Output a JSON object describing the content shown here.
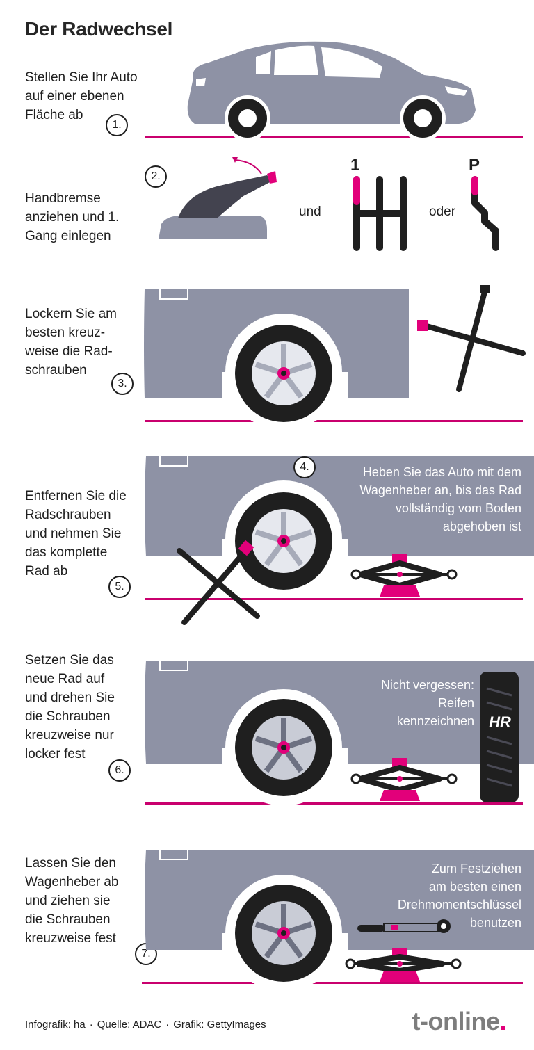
{
  "title": "Der Radwechsel",
  "steps": [
    {
      "number": "1.",
      "text": "Stellen Sie Ihr Auto\nauf einer ebenen\nFläche ab"
    },
    {
      "number": "2.",
      "text": "Handbremse\nanziehen und 1.\nGang einlegen"
    },
    {
      "number": "3.",
      "text": "Lockern Sie am\nbesten kreuz-\nweise die Rad-\nschrauben"
    },
    {
      "number": "4.",
      "text": "Heben Sie  das Auto mit dem\nWagenheber an, bis das Rad\nvollständig vom Boden\nabgehoben ist"
    },
    {
      "number": "5.",
      "text": "Entfernen Sie die\nRadschrauben\nund nehmen Sie\ndas komplette\nRad ab"
    },
    {
      "number": "6.",
      "text": "Setzen Sie das\nneue Rad auf\nund drehen Sie\ndie Schrauben\nkreuzweise nur\nlocker fest"
    },
    {
      "number": "7.",
      "text": "Lassen Sie den\nWagenheber ab\nund ziehen sie\ndie Schrauben\nkreuzweise fest"
    }
  ],
  "gear": {
    "and_label": "und",
    "or_label": "oder",
    "manual_label": "1",
    "auto_label": "P"
  },
  "notes": {
    "tire_marking": "Nicht vergessen:\nReifen\nkennzeichnen",
    "tire_mark_text": "HR",
    "torque": "Zum Festziehen\nam besten einen\nDrehmomentschlüssel\nbenutzen"
  },
  "footer": {
    "infografik": "Infografik: ha",
    "quelle": "Quelle: ADAC",
    "grafik": "Grafik: GettyImages",
    "separator": "·"
  },
  "logo": {
    "main": "t-online",
    "dot": "."
  },
  "colors": {
    "car_gray": "#8e92a5",
    "accent": "#e2007a",
    "ground": "#c9006e",
    "dark": "#1f1f1f"
  },
  "icons": [
    "car-icon",
    "handbrake-icon",
    "manual-gear-icon",
    "automatic-gear-icon",
    "wheel-icon",
    "cross-wrench-icon",
    "car-jack-icon",
    "tire-icon",
    "torque-wrench-icon"
  ]
}
